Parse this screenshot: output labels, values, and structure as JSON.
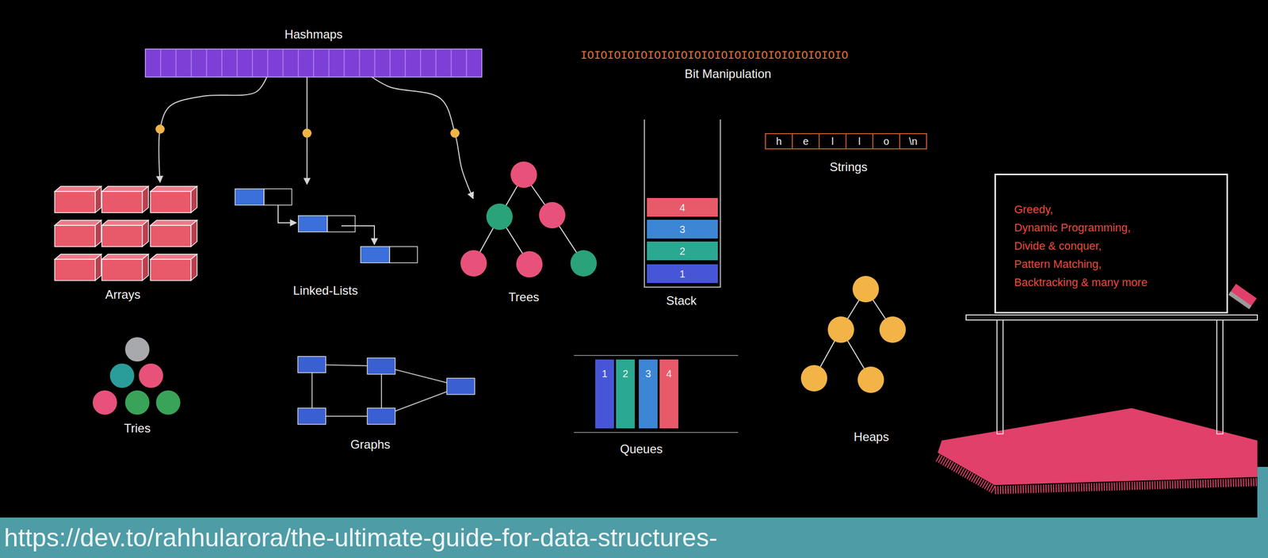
{
  "diagram": {
    "caption": "https://dev.to/rahhularora/the-ultimate-guide-for-data-structures-",
    "nodes": [
      {
        "text": [
          "Hashmaps"
        ]
      },
      {
        "text": [
          "Arrays"
        ]
      },
      {
        "text": [
          "Linked-Lists"
        ]
      },
      {
        "text": [
          "Trees"
        ]
      },
      {
        "text": [
          "Stack"
        ]
      },
      {
        "text": [
          "4"
        ],
        "in": 4
      },
      {
        "text": [
          "3"
        ],
        "in": 4
      },
      {
        "text": [
          "2"
        ],
        "in": 4
      },
      {
        "text": [
          "1"
        ],
        "in": 4
      },
      {
        "text": [
          "Strings"
        ]
      },
      {
        "text": [
          "h"
        ],
        "in": 9
      },
      {
        "text": [
          "e"
        ],
        "in": 9
      },
      {
        "text": [
          "l"
        ],
        "in": 9
      },
      {
        "text": [
          "l"
        ],
        "in": 9
      },
      {
        "text": [
          "o"
        ],
        "in": 9
      },
      {
        "text": [
          "\\n"
        ],
        "in": 9
      },
      {
        "text": [
          "Greedy,",
          "Dynamic Programming,",
          "Divide & conquer,",
          "Pattern Matching,",
          "Backtracking & many more"
        ]
      },
      {
        "text": [
          "Tries"
        ]
      },
      {
        "text": [
          "Graphs"
        ]
      },
      {
        "text": [
          "Queues"
        ]
      },
      {
        "text": [
          "1"
        ],
        "in": 19
      },
      {
        "text": [
          "2"
        ],
        "in": 19
      },
      {
        "text": [
          "3"
        ],
        "in": 19
      },
      {
        "text": [
          "4"
        ],
        "in": 19
      },
      {
        "text": [
          "Heaps"
        ]
      }
    ],
    "edges": [
      {
        "from": 0,
        "to": 1,
        "arrow": "to"
      },
      {
        "from": 0,
        "to": 2,
        "arrow": "to"
      },
      {
        "from": 0,
        "to": 3,
        "arrow": "to"
      }
    ],
    "labels": [
      "IOIOIOIOIOIOIOIOIOIOIOIOIOIOIOIOIOIOIOIO",
      "Bit Manipulation"
    ]
  }
}
